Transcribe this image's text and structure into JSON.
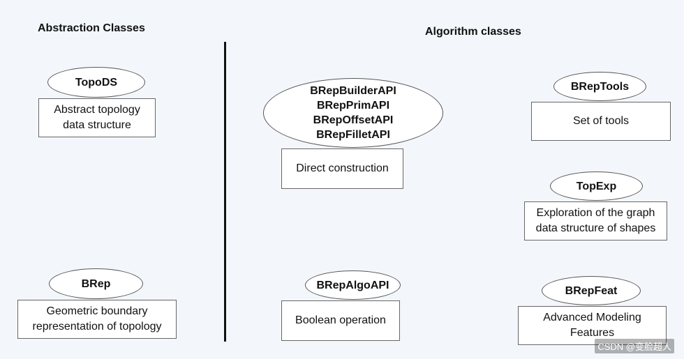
{
  "headings": {
    "left": "Abstraction Classes",
    "right": "Algorithm classes"
  },
  "nodes": {
    "topods": {
      "name": "TopoDS",
      "desc": [
        "Abstract topology",
        "data structure"
      ]
    },
    "brep": {
      "name": "BRep",
      "desc": [
        "Geometric boundary",
        "representation of topology"
      ]
    },
    "brepapis": {
      "names": [
        "BRepBuilderAPI",
        "BRepPrimAPI",
        "BRepOffsetAPI",
        "BRepFilletAPI"
      ],
      "desc": [
        "Direct construction"
      ]
    },
    "brepalgoapi": {
      "name": "BRepAlgoAPI",
      "desc": [
        "Boolean operation"
      ]
    },
    "breptools": {
      "name": "BRepTools",
      "desc": [
        "Set of tools"
      ]
    },
    "topexp": {
      "name": "TopExp",
      "desc": [
        "Exploration of the graph",
        "data structure of shapes"
      ]
    },
    "brepfeat": {
      "name": "BRepFeat",
      "desc": [
        "Advanced Modeling",
        "Features"
      ]
    }
  },
  "watermark": "CSDN @变脸超人",
  "colors": {
    "background": "#f3f7fb",
    "border": "#555555",
    "divider": "#111111"
  }
}
